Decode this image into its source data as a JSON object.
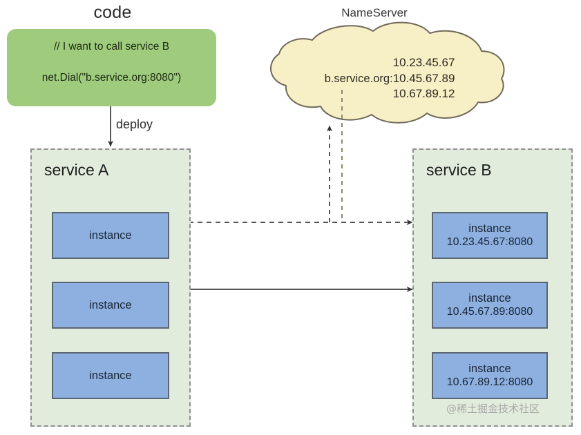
{
  "diagram": {
    "title_code": "code",
    "title_nameserver": "NameServer",
    "watermark": "@稀土掘金技术社区"
  },
  "code_box": {
    "comment": "// I want to call service B",
    "call": "net.Dial(\"b.service.org:8080\")"
  },
  "edges": {
    "deploy_label": "deploy"
  },
  "nameserver": {
    "domain": "b.service.org:",
    "ips": [
      "10.23.45.67",
      "10.45.67.89",
      "10.67.89.12"
    ]
  },
  "service_a": {
    "title": "service A",
    "instances": [
      {
        "label": "instance",
        "address": ""
      },
      {
        "label": "instance",
        "address": ""
      },
      {
        "label": "instance",
        "address": ""
      }
    ]
  },
  "service_b": {
    "title": "service B",
    "instances": [
      {
        "label": "instance",
        "address": "10.23.45.67:8080"
      },
      {
        "label": "instance",
        "address": "10.45.67.89:8080"
      },
      {
        "label": "instance",
        "address": "10.67.89.12:8080"
      }
    ]
  },
  "colors": {
    "code_box": "#9fcc7c",
    "cloud": "#f7efc6",
    "cloud_stroke": "#6f6959",
    "service_box": "#e2ecdc",
    "service_border": "#8f8f8f",
    "instance": "#8db0e0",
    "instance_border": "#5a6672",
    "arrow": "#555555"
  }
}
